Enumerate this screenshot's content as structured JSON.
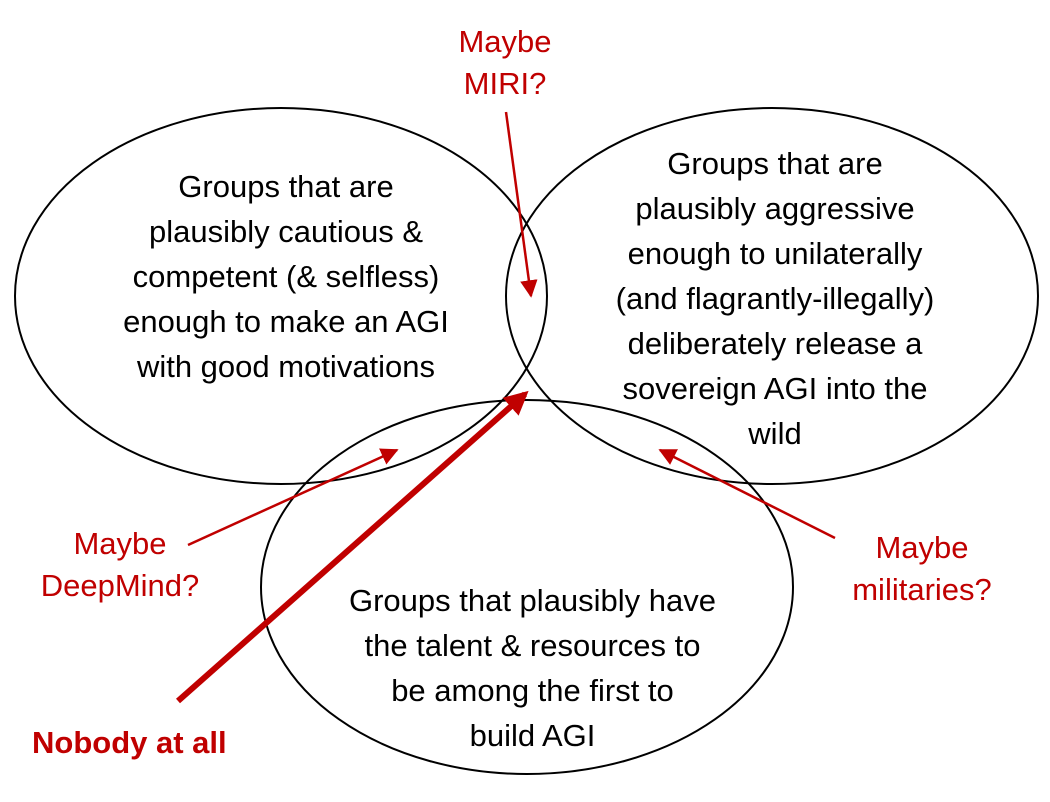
{
  "colors": {
    "accent_red": "#c00000",
    "outline": "#000000",
    "background": "#ffffff"
  },
  "circles": {
    "cautious": "Groups that are\nplausibly cautious &\ncompetent (& selfless)\nenough to make an AGI\nwith good motivations",
    "aggressive": "Groups that are\nplausibly aggressive\nenough to unilaterally\n(and flagrantly-illegally)\ndeliberately release a\nsovereign AGI into the\nwild",
    "talent": "Groups that plausibly have\nthe talent & resources to\nbe among the first to\nbuild AGI"
  },
  "labels": {
    "miri": "Maybe\nMIRI?",
    "deepmind": "Maybe\nDeepMind?",
    "militaries": "Maybe\nmilitaries?",
    "nobody": "Nobody at all"
  }
}
